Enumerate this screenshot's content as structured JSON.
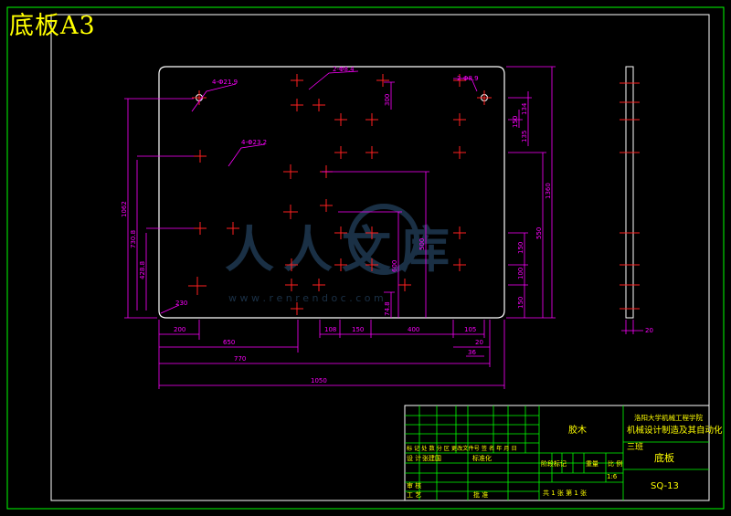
{
  "sheet": {
    "title": "底板A3"
  },
  "drawing": {
    "hole_callouts": [
      "4-Φ21.9",
      "2-Φ8.4",
      "2-Φ8.9",
      "4-Φ23.2"
    ],
    "right_dims": [
      "134",
      "135",
      "150",
      "1360",
      "550",
      "150",
      "100",
      "150"
    ],
    "left_dims": [
      "1062",
      "730.8",
      "428.8",
      "230"
    ],
    "inner_dims": [
      "500",
      "600",
      "300",
      "74.8"
    ],
    "bottom_dims": [
      "200",
      "650",
      "770",
      "1050",
      "108",
      "150",
      "400",
      "105",
      "20",
      "36"
    ],
    "side_view_dim": "20"
  },
  "title_block": {
    "material": "胶木",
    "school": "洛阳大学机械工程学院",
    "major": "机械设计制造及其自动化",
    "class": "三班",
    "part_name": "底板",
    "drawing_no": "SQ-13",
    "scale": "1:6",
    "sheets": "共 1 张  第 1 张",
    "revision_header": "标 记 处 数  分   区 更改文件号 签 名 年 月 日",
    "design_label": "设 计",
    "designer": "张建国",
    "std_label": "标准化",
    "review_label": "审 核",
    "process_label": "工 艺",
    "approve_label": "批 准",
    "stage_label": "阶段标记",
    "weight_label": "重量",
    "scale_label": "比 例"
  },
  "watermark": {
    "text": "人人文库",
    "url": "w w w . r e n r e n d o c . c o m"
  }
}
